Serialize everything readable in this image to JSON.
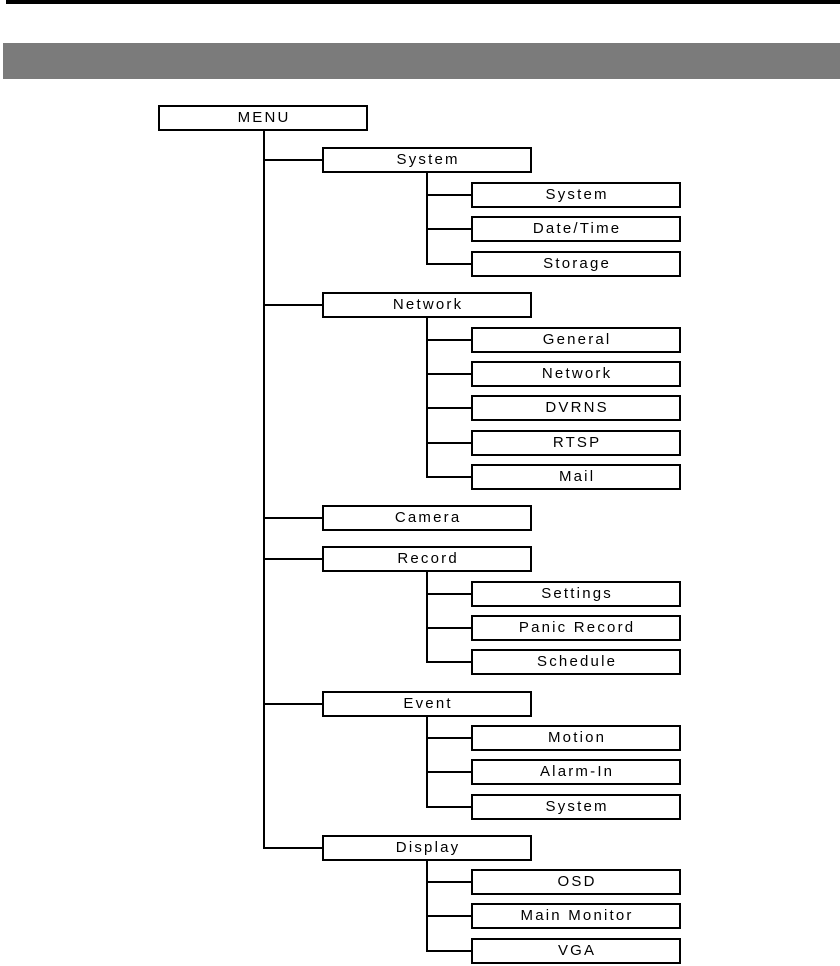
{
  "page": {
    "top_rule_color": "#000000",
    "header_band_color": "#7b7b7b",
    "line_color": "#000000",
    "box_fill_color": "#ffffff",
    "text_color": "#000000"
  },
  "diagram": {
    "root": {
      "label": "MENU"
    },
    "categories": [
      {
        "label": "System",
        "children": [
          "System",
          "Date/Time",
          "Storage"
        ]
      },
      {
        "label": "Network",
        "children": [
          "General",
          "Network",
          "DVRNS",
          "RTSP",
          "Mail"
        ]
      },
      {
        "label": "Camera",
        "children": []
      },
      {
        "label": "Record",
        "children": [
          "Settings",
          "Panic Record",
          "Schedule"
        ]
      },
      {
        "label": "Event",
        "children": [
          "Motion",
          "Alarm-In",
          "System"
        ]
      },
      {
        "label": "Display",
        "children": [
          "OSD",
          "Main Monitor",
          "VGA"
        ]
      }
    ]
  }
}
